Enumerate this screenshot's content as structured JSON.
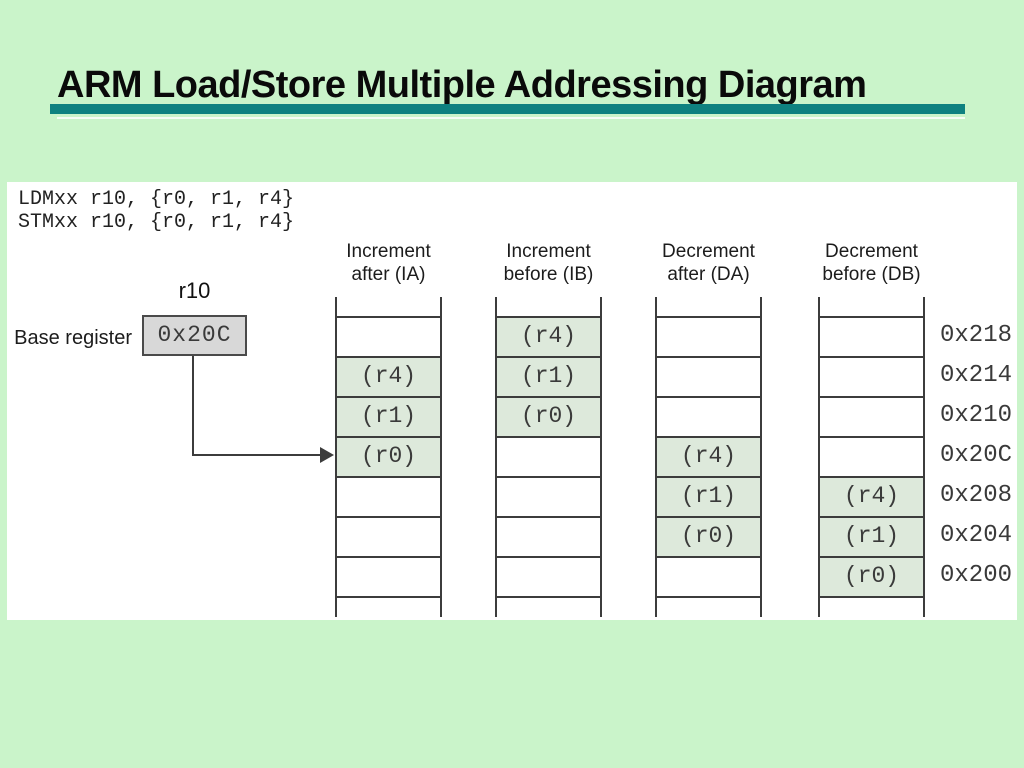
{
  "slide": {
    "title": "ARM Load/Store Multiple Addressing Diagram"
  },
  "code": {
    "line1": "LDMxx r10, {r0, r1, r4}",
    "line2": "STMxx r10, {r0, r1, r4}"
  },
  "base_register": {
    "label": "Base register",
    "name": "r10",
    "value": "0x20C"
  },
  "memory": {
    "addresses": [
      "0x218",
      "0x214",
      "0x210",
      "0x20C",
      "0x208",
      "0x204",
      "0x200"
    ],
    "columns": [
      {
        "id": "ia",
        "label_line1": "Increment",
        "label_line2": "after (IA)",
        "cells": [
          "",
          "(r4)",
          "(r1)",
          "(r0)",
          "",
          "",
          ""
        ]
      },
      {
        "id": "ib",
        "label_line1": "Increment",
        "label_line2": "before (IB)",
        "cells": [
          "(r4)",
          "(r1)",
          "(r0)",
          "",
          "",
          "",
          ""
        ]
      },
      {
        "id": "da",
        "label_line1": "Decrement",
        "label_line2": "after (DA)",
        "cells": [
          "",
          "",
          "",
          "(r4)",
          "(r1)",
          "(r0)",
          ""
        ]
      },
      {
        "id": "db",
        "label_line1": "Decrement",
        "label_line2": "before (DB)",
        "cells": [
          "",
          "",
          "",
          "",
          "(r4)",
          "(r1)",
          "(r0)"
        ]
      }
    ]
  },
  "colors": {
    "background": "#caf4ca",
    "accent": "#0e8180",
    "cell_highlight": "#dde9db",
    "box_fill": "#d8d8d8"
  }
}
